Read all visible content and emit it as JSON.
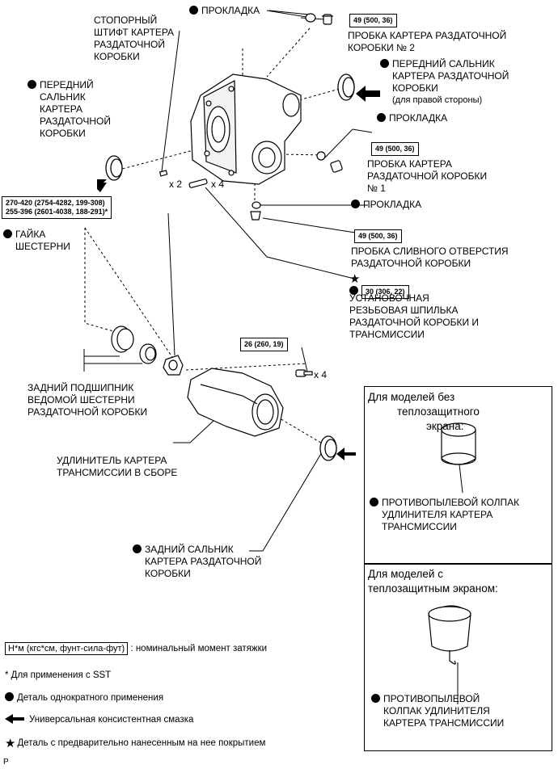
{
  "labels": {
    "stopper_pin": [
      "СТОПОРНЫЙ",
      "ШТИФТ КАРТЕРА",
      "РАЗДАТОЧНОЙ",
      "КОРОБКИ"
    ],
    "gasket_top": "ПРОКЛАДКА",
    "plug2_torque": "49 (500, 36)",
    "plug2": [
      "ПРОБКА КАРТЕРА РАЗДАТОЧНОЙ",
      "КОРОБКИ № 2"
    ],
    "front_seal_right": [
      "ПЕРЕДНИЙ САЛЬНИК",
      "КАРТЕРА РАЗДАТОЧНОЙ",
      "КОРОБКИ"
    ],
    "front_seal_right_note": "(для правой стороны)",
    "front_seal_left": [
      "ПЕРЕДНИЙ",
      "САЛЬНИК",
      "КАРТЕРА",
      "РАЗДАТОЧНОЙ",
      "КОРОБКИ"
    ],
    "gasket_mid": "ПРОКЛАДКА",
    "plug1_torque": "49 (500, 36)",
    "plug1": [
      "ПРОБКА КАРТЕРА",
      "РАЗДАТОЧНОЙ КОРОБКИ",
      "№ 1"
    ],
    "qty_pin": "x 2",
    "qty_stud": "x 4",
    "nut_torque": [
      "270-420 (2754-4282, 199-308)",
      "255-396 (2601-4038, 188-291)*"
    ],
    "gasket_drain": "ПРОКЛАДКА",
    "nut": [
      "ГАЙКА",
      "ШЕСТЕРНИ"
    ],
    "drain_torque": "49 (500, 36)",
    "drain_plug": [
      "ПРОБКА СЛИВНОГО ОТВЕРСТИЯ",
      "РАЗДАТОЧНОЙ КОРОБКИ"
    ],
    "stud_torque": "30 (306, 22)",
    "stud": [
      "УСТАНОВОЧНАЯ",
      "РЕЗЬБОВАЯ ШПИЛЬКА",
      "РАЗДАТОЧНОЙ КОРОБКИ И",
      "ТРАНСМИССИИ"
    ],
    "bolt_torque": "26 (260, 19)",
    "qty_bolt": "x 4",
    "rear_bearing": [
      "ЗАДНИЙ ПОДШИПНИК",
      "ВЕДОМОЙ ШЕСТЕРНИ",
      "РАЗДАТОЧНОЙ КОРОБКИ"
    ],
    "extension": [
      "УДЛИНИТЕЛЬ КАРТЕРА",
      "ТРАНСМИССИИ В СБОРЕ"
    ],
    "rear_seal": [
      "ЗАДНИЙ САЛЬНИК",
      "КАРТЕРА РАЗДАТОЧНОЙ",
      "КОРОБКИ"
    ]
  },
  "panels": {
    "without_shield_title": [
      "Для моделей без",
      "теплозащитного",
      "экрана:"
    ],
    "without_shield_part": [
      "ПРОТИВОПЫЛЕВОЙ КОЛПАК",
      "УДЛИНИТЕЛЯ КАРТЕРА",
      "ТРАНСМИССИИ"
    ],
    "with_shield_title": [
      "Для моделей с",
      "теплозащитным экраном:"
    ],
    "with_shield_part": [
      "ПРОТИВОПЫЛЕВОЙ",
      "КОЛПАК УДЛИНИТЕЛЯ",
      "КАРТЕРА ТРАНСМИССИИ"
    ]
  },
  "legend": {
    "torque_key": "Н*м (кгс*см, фунт-сила-фут)",
    "torque_desc": ": номинальный момент затяжки",
    "sst_note": "* Для применения с SST",
    "single_use": "Деталь однократного применения",
    "grease": "Универсальная консистентная смазка",
    "precoated": "Деталь с предварительно нанесенным на нее покрытием"
  },
  "corner_mark": "P",
  "icons": {
    "single_use": "filled-circle-icon",
    "grease": "grease-arrow-icon",
    "precoated": "star-icon"
  }
}
